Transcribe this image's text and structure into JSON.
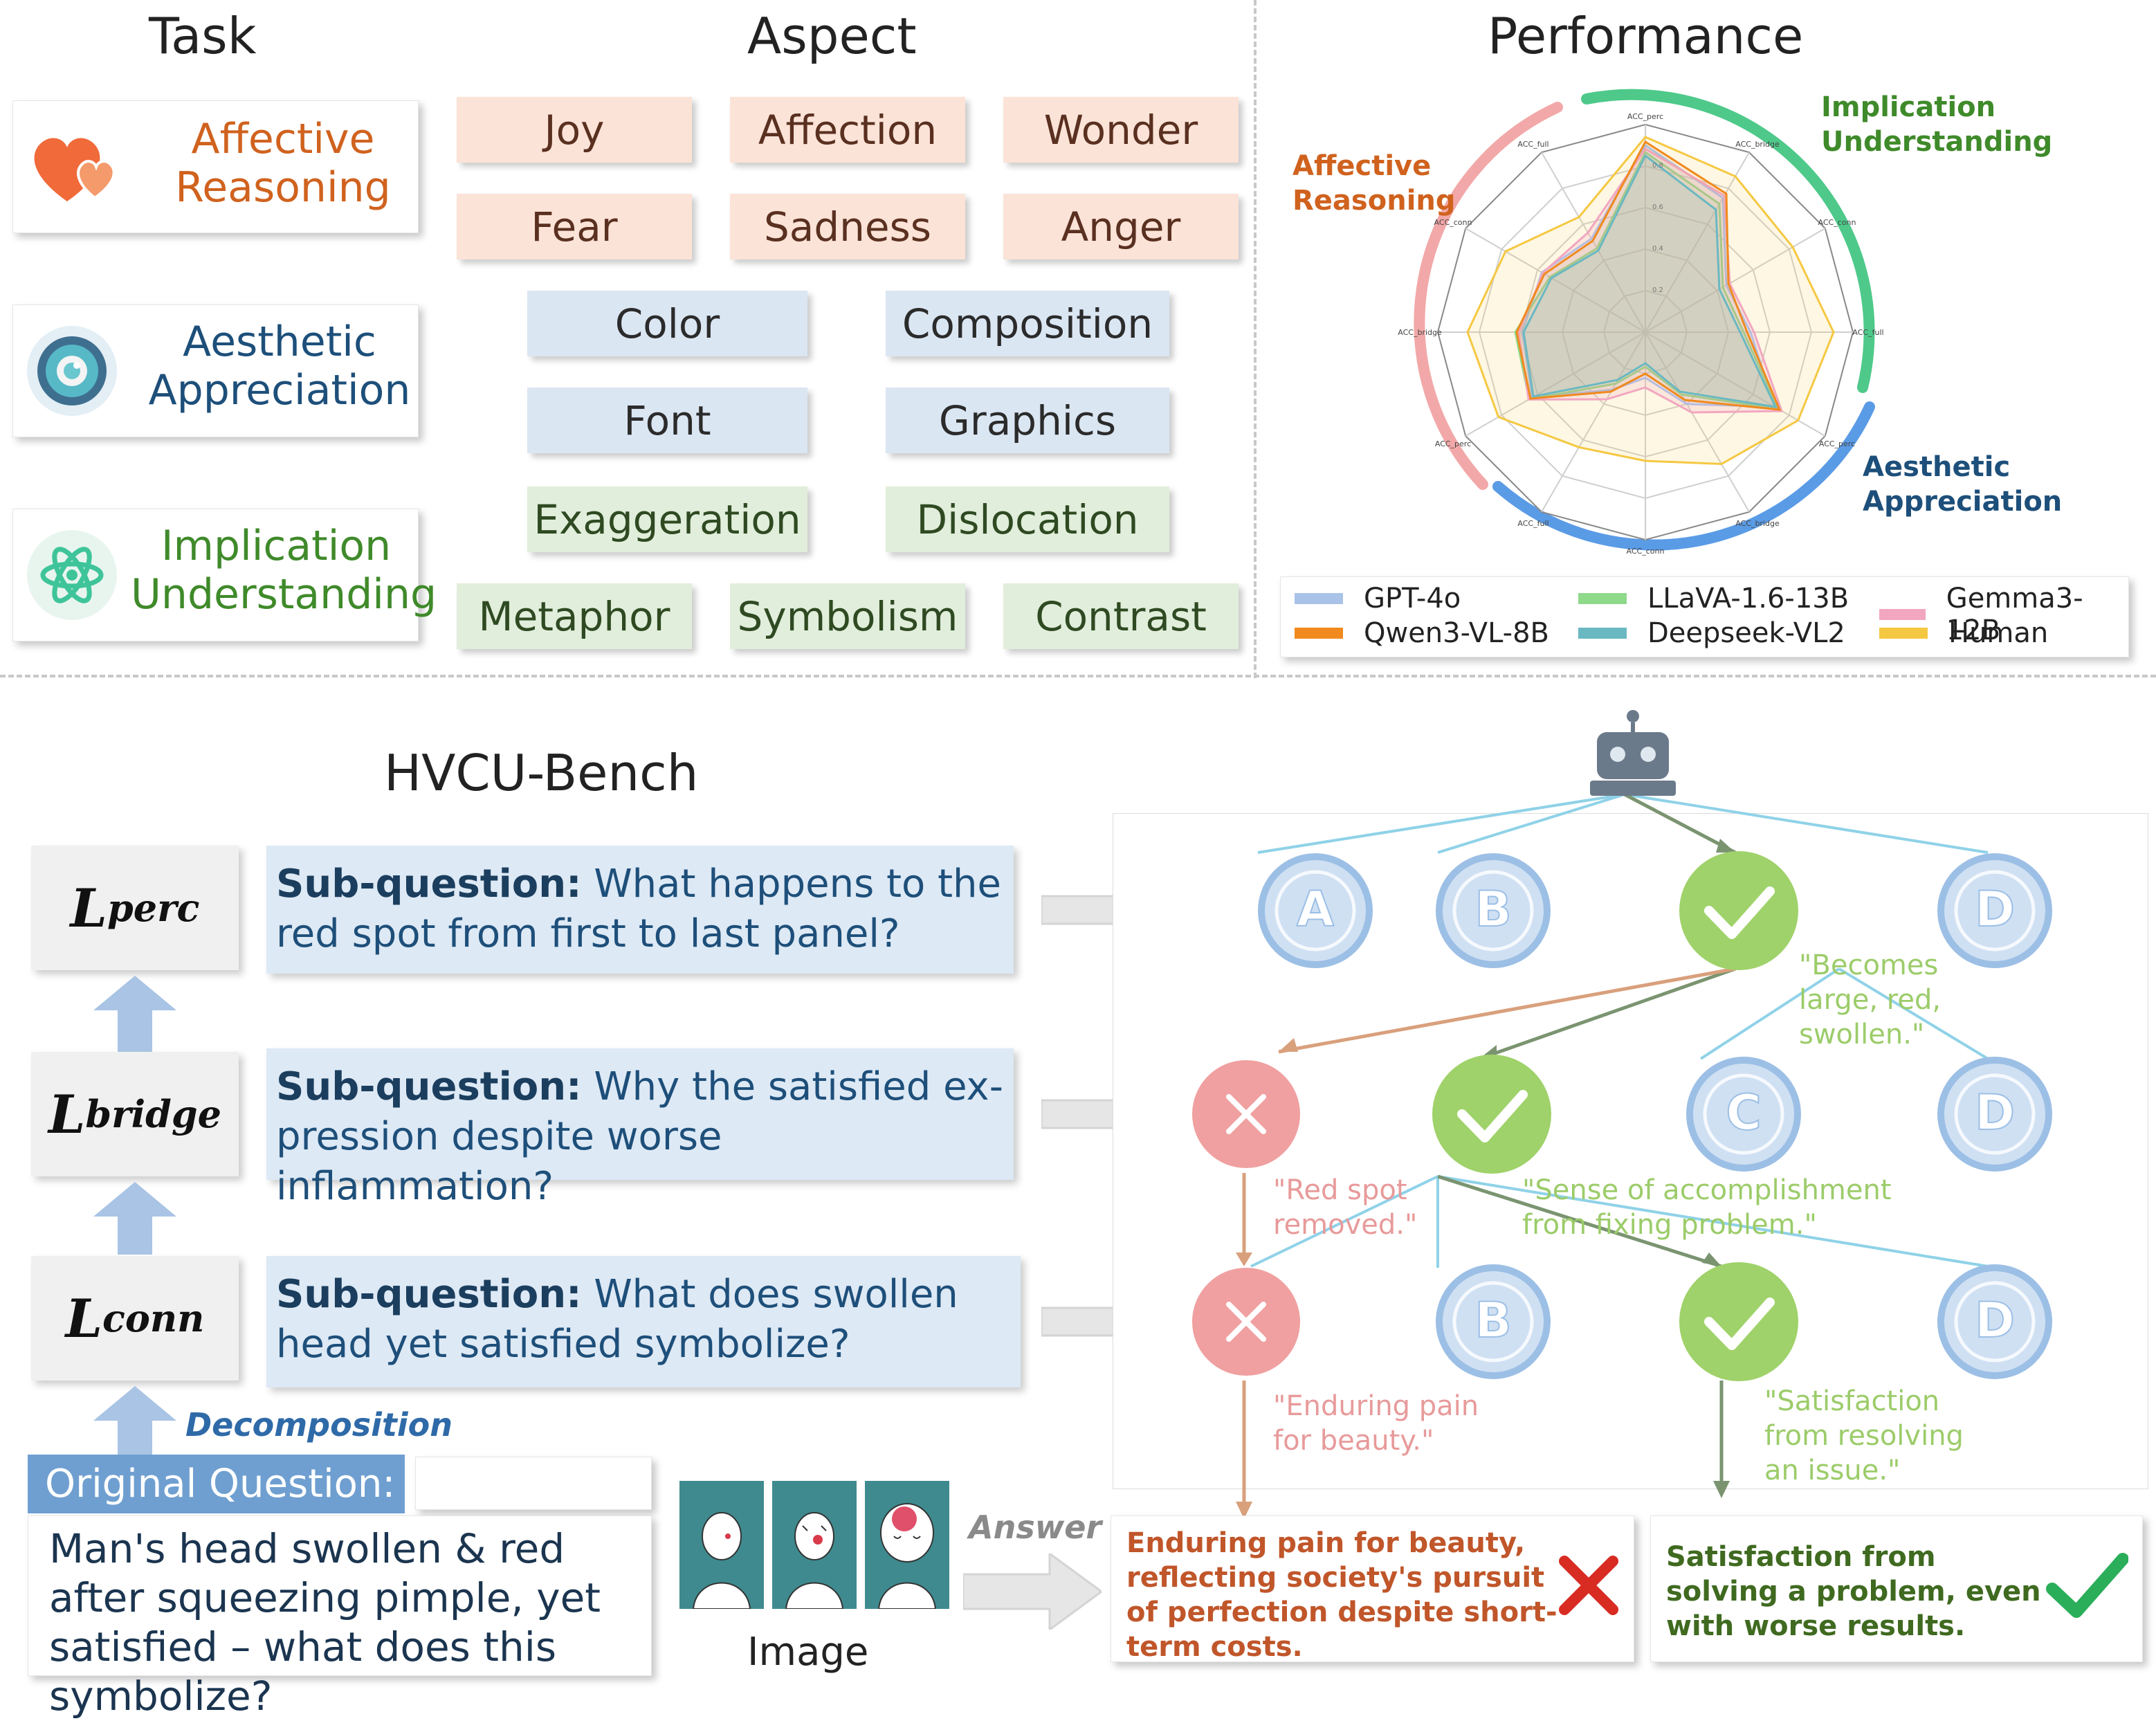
{
  "headers": {
    "task": "Task",
    "aspect": "Aspect",
    "performance": "Performance",
    "bench": "HVCU-Bench"
  },
  "tasks": [
    {
      "label": "Affective\nReasoning",
      "color": "#d0621e",
      "icon": "hearts-icon"
    },
    {
      "label": "Aesthetic\nAppreciation",
      "color": "#1d4f7a",
      "icon": "eye-icon"
    },
    {
      "label": "Implication\nUnderstanding",
      "color": "#3f8a2a",
      "icon": "atom-icon"
    }
  ],
  "aspects": {
    "affective": [
      "Joy",
      "Affection",
      "Wonder",
      "Fear",
      "Sadness",
      "Anger"
    ],
    "aesthetic": [
      "Color",
      "Composition",
      "Font",
      "Graphics"
    ],
    "implication": [
      "Exaggeration",
      "Dislocation",
      "Metaphor",
      "Symbolism",
      "Contrast"
    ]
  },
  "radar": {
    "ring_labels": {
      "affective": "Affective\nReasoning",
      "implication": "Implication\nUnderstanding",
      "aesthetic": "Aesthetic\nAppreciation"
    },
    "ring_colors": {
      "affective": "#f2a0a0",
      "implication": "#4ec98a",
      "aesthetic": "#5a9be6"
    },
    "axis_labels": [
      "ACC_perc",
      "ACC_bridge",
      "ACC_conn",
      "ACC_full",
      "ACC_perc",
      "ACC_bridge",
      "ACC_conn",
      "ACC_full",
      "ACC_perc",
      "ACC_bridge",
      "ACC_conn",
      "ACC_full"
    ],
    "grid_labels": [
      "0.2",
      "0.4",
      "0.6",
      "0.8"
    ]
  },
  "legend": [
    {
      "name": "GPT-4o",
      "color": "#a9c3e8"
    },
    {
      "name": "LLaVA-1.6-13B",
      "color": "#8fd98a"
    },
    {
      "name": "Gemma3-12B",
      "color": "#f2a6c0"
    },
    {
      "name": "Qwen3-VL-8B",
      "color": "#f08a1e"
    },
    {
      "name": "Deepseek-VL2",
      "color": "#6ab8c2"
    },
    {
      "name": "Human",
      "color": "#f5c842"
    }
  ],
  "levels": [
    "L",
    "perc",
    "bridge",
    "conn"
  ],
  "subquestions": {
    "prefix": "Sub-question:",
    "perc": "What happens to the red spot from first to last panel?",
    "bridge": "Why the satisfied ex-pression despite worse inflammation?",
    "conn": "What does swollen head yet satisfied symbolize?"
  },
  "decomposition": "Decomposition",
  "original_question": {
    "label": "Original Question:",
    "text": "Man's head swollen & red after squeezing pimple, yet satisfied – what does this symbolize?"
  },
  "image_label": "Image",
  "answer_label": "Answer",
  "options": {
    "A": "A",
    "B": "B",
    "C": "C",
    "D": "D"
  },
  "quotes": {
    "q1": "\"Becomes large, red, swollen.\"",
    "q2": "\"Red spot removed.\"",
    "q3": "\"Sense of accomplishment from fixing problem.\"",
    "q4": "\"Enduring pain for beauty.\"",
    "q5": "\"Satisfaction from resolving an issue.\""
  },
  "answers": {
    "wrong": "Enduring pain for beauty, reflecting society's pursuit of perfection despite short-term costs.",
    "right": "Satisfaction from solving a problem, even with worse results."
  }
}
